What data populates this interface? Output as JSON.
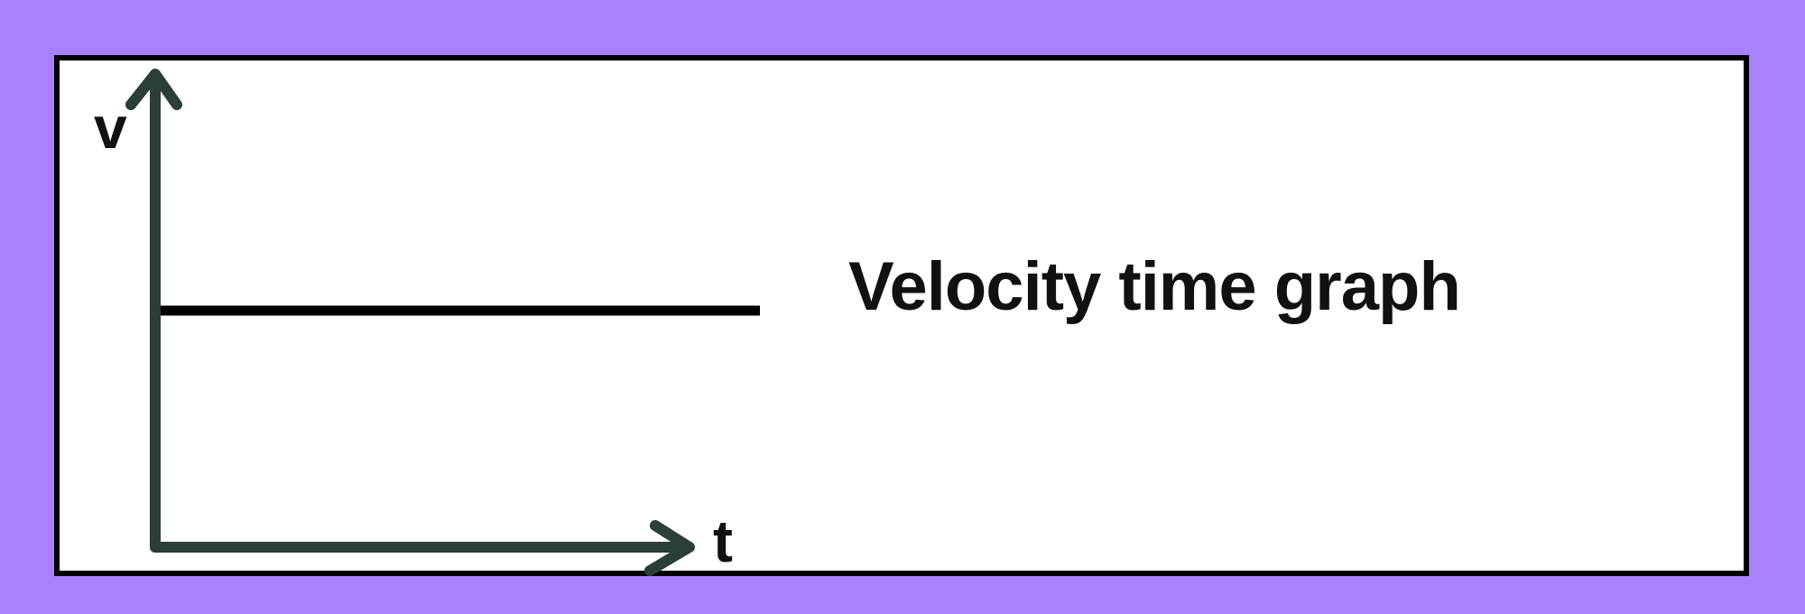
{
  "diagram": {
    "title": "Velocity time graph",
    "y_axis_label": "v",
    "x_axis_label": "t",
    "line": "constant velocity (horizontal line)"
  },
  "colors": {
    "background": "#a881fe",
    "panel": "#ffffff",
    "border": "#000000",
    "axis": "#2c3e3a",
    "line": "#000000",
    "text": "#111111"
  }
}
